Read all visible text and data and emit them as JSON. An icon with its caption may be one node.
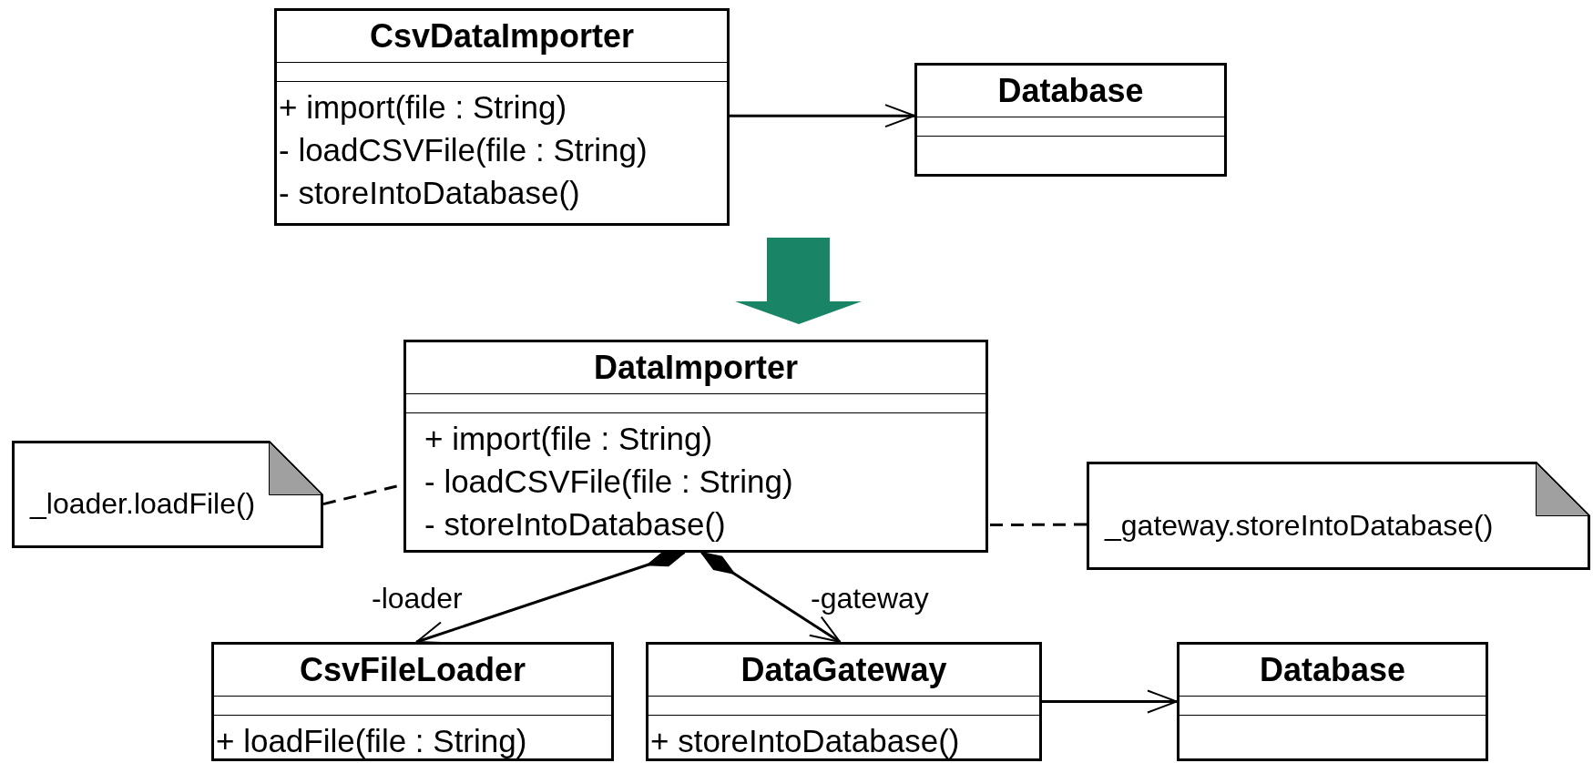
{
  "diagram": {
    "nodes": [
      {
        "text": [
          "CsvDataImporter",
          "+ import(file : String)",
          "- loadCSVFile(file : String)",
          "- storeIntoDatabase()"
        ]
      },
      {
        "text": [
          "Database"
        ]
      },
      {
        "text": [
          "DataImporter",
          "+ import(file : String)",
          "- loadCSVFile(file : String)",
          "- storeIntoDatabase()"
        ]
      },
      {
        "text": [
          "_loader.loadFile()"
        ]
      },
      {
        "text": [
          "_gateway.storeIntoDatabase()"
        ]
      },
      {
        "text": [
          "CsvFileLoader",
          "+ loadFile(file : String)"
        ]
      },
      {
        "text": [
          "DataGateway",
          "+ storeIntoDatabase()"
        ]
      },
      {
        "text": [
          "Database"
        ]
      }
    ],
    "edges": [
      {
        "from": 0,
        "to": 1,
        "arrow": "to"
      },
      {
        "from": 2,
        "to": 5,
        "arrow": "to",
        "label": "-loader"
      },
      {
        "from": 2,
        "to": 6,
        "arrow": "to",
        "label": "-gateway"
      },
      {
        "from": 6,
        "to": 7,
        "arrow": "to"
      },
      {
        "from": 3,
        "to": 2,
        "arrow": "none",
        "style": "dashed"
      },
      {
        "from": 4,
        "to": 2,
        "arrow": "none",
        "style": "dashed"
      }
    ]
  }
}
